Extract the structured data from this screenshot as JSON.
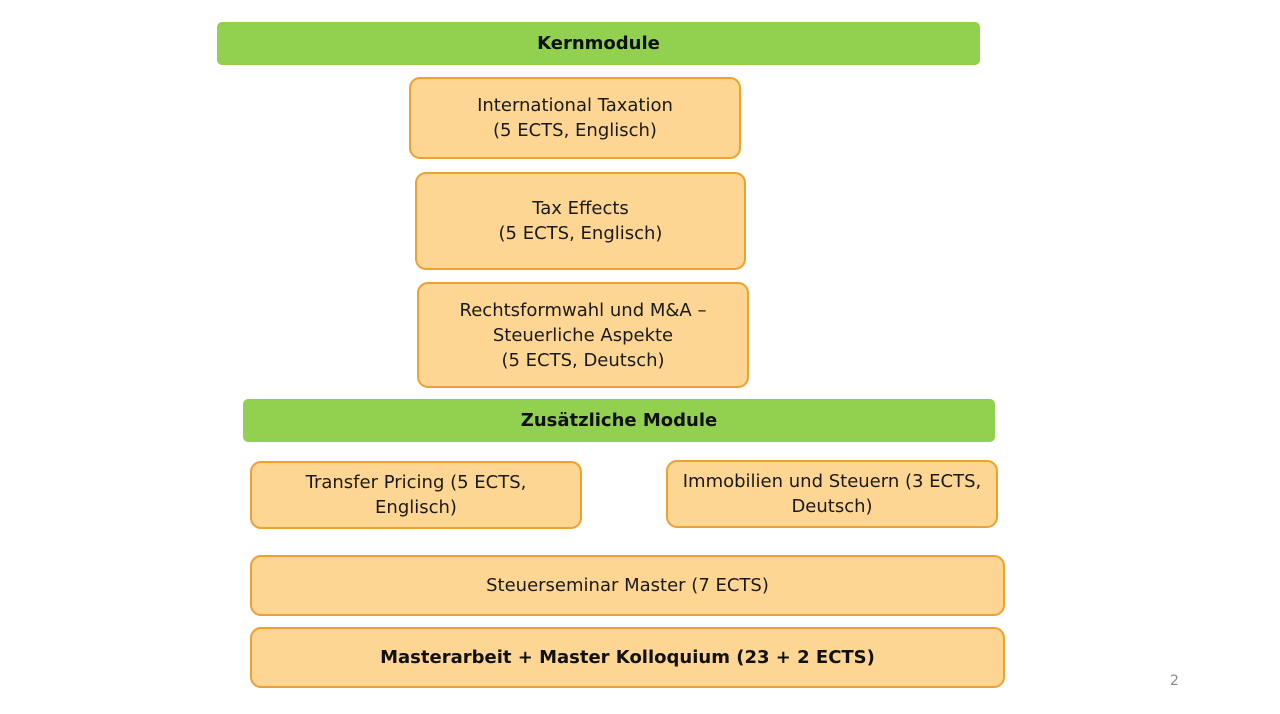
{
  "slide": {
    "page_number": "2"
  },
  "sections": {
    "core": {
      "label": "Kernmodule",
      "color": "#92d050"
    },
    "additional": {
      "label": "Zusätzliche Module",
      "color": "#92d050"
    }
  },
  "modules": {
    "fill_color": "#fdd694",
    "border_color": "#eda12e",
    "international_taxation": "International Taxation\n(5 ECTS, Englisch)",
    "tax_effects": "Tax Effects\n(5 ECTS, Englisch)",
    "rechtsformwahl": "Rechtsformwahl und M&A –\nSteuerliche Aspekte\n(5 ECTS, Deutsch)",
    "transfer_pricing": "Transfer Pricing (5 ECTS,\nEnglisch)",
    "immobilien": "Immobilien und Steuern (3 ECTS,\nDeutsch)",
    "steuerseminar": "Steuerseminar Master (7 ECTS)",
    "masterarbeit": "Masterarbeit + Master Kolloquium (23 + 2 ECTS)"
  }
}
